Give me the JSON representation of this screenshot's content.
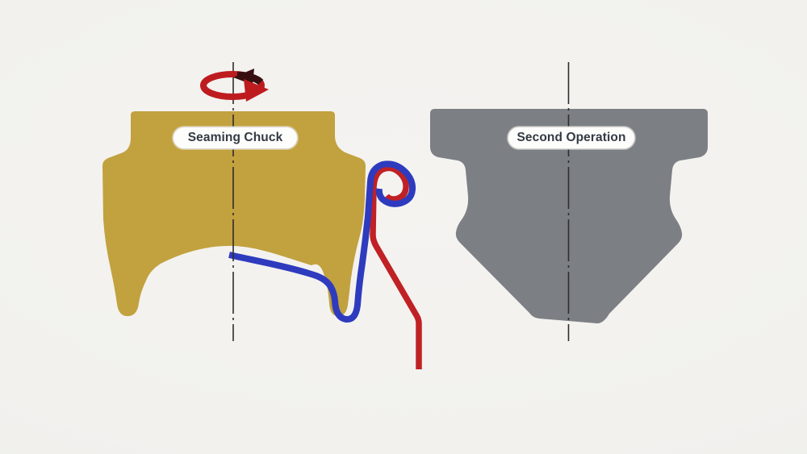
{
  "diagram": {
    "type": "can-double-seam-cross-section",
    "left_label": "Seaming Chuck",
    "right_label": "Second Operation",
    "rotation_icon": "rotation-arrow"
  },
  "colors": {
    "background": "#F2F1EE",
    "chuck_gold": "#C2A13F",
    "roll_gray": "#7C7F83",
    "can_end_blue": "#2E3BBE",
    "can_body_red": "#C02125",
    "axis_line": "#2E2E2E",
    "arrow_red": "#BE1B1F",
    "arrow_dark": "#380F11",
    "label_text": "#343A42",
    "label_background": "#FDFDFC",
    "label_border": "#D8D6D1"
  }
}
